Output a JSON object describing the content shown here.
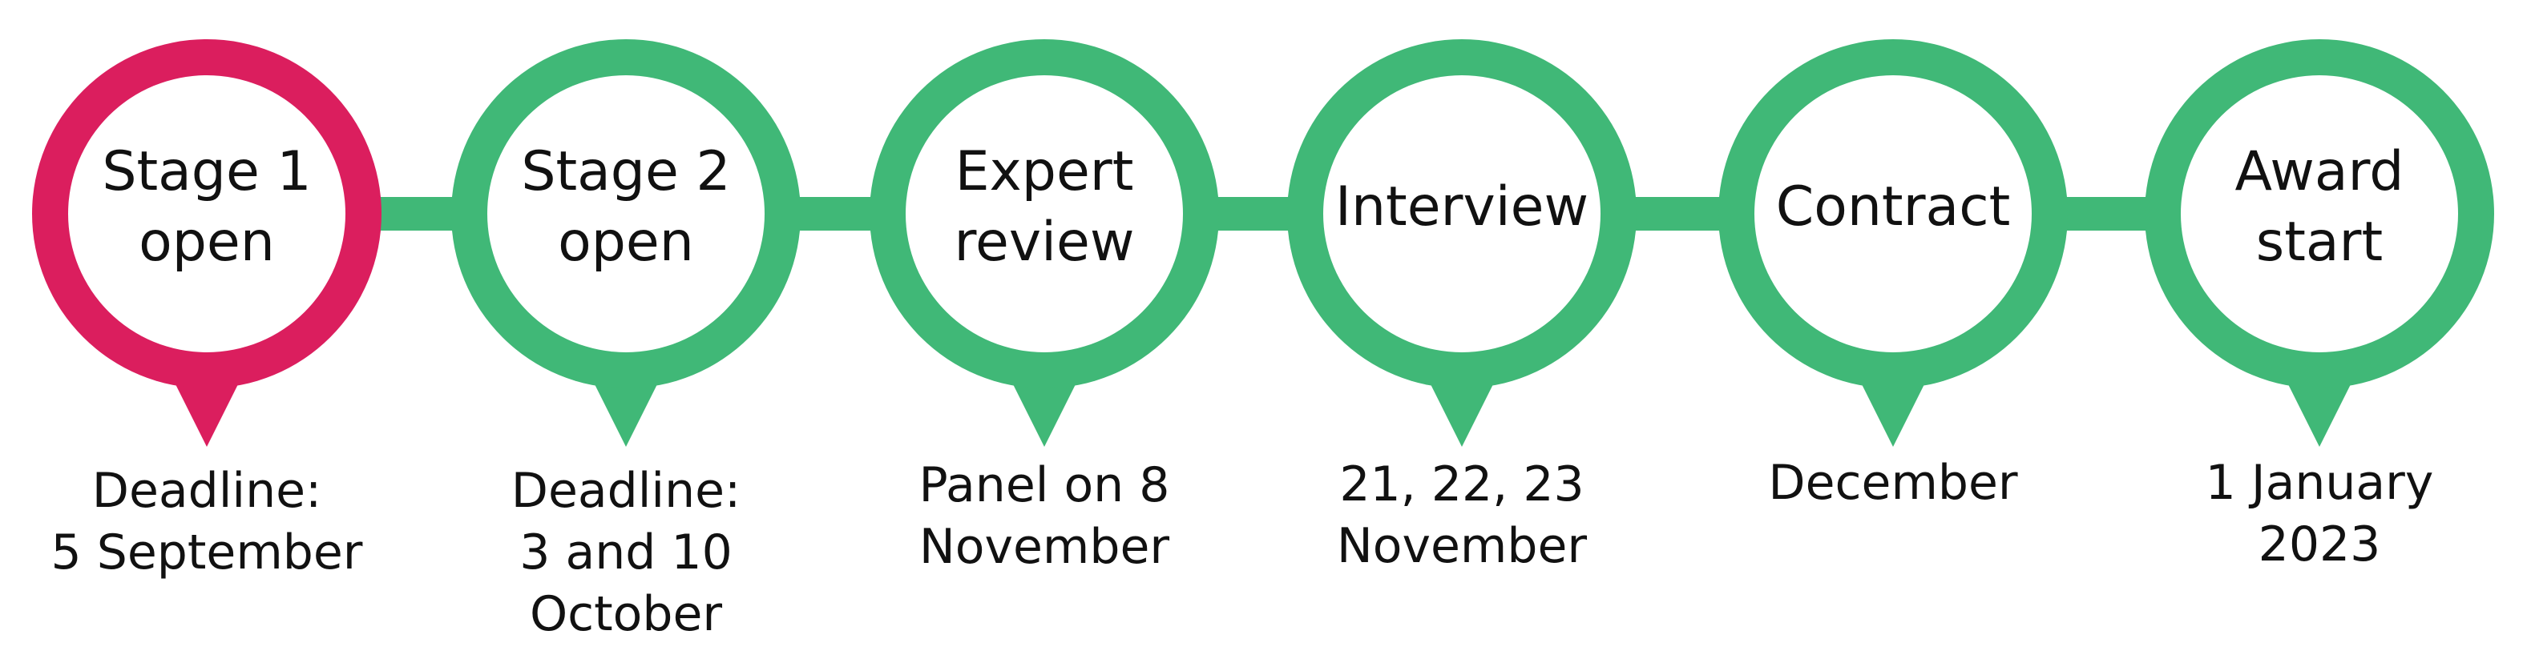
{
  "colors": {
    "active": "#DB1E5E",
    "default": "#40B877",
    "inner": "#FFFFFF",
    "text": "#111111"
  },
  "stages": [
    {
      "label_lines": [
        "Stage 1",
        "open"
      ],
      "date_lines": [
        "Deadline:",
        "5 September"
      ],
      "status": "active"
    },
    {
      "label_lines": [
        "Stage 2",
        "open"
      ],
      "date_lines": [
        "Deadline:",
        "3 and 10",
        "October"
      ],
      "status": "default"
    },
    {
      "label_lines": [
        "Expert",
        "review"
      ],
      "date_lines": [
        "Panel on 8",
        "November"
      ],
      "status": "default"
    },
    {
      "label_lines": [
        "Interview"
      ],
      "date_lines": [
        "21, 22, 23",
        "November"
      ],
      "status": "default"
    },
    {
      "label_lines": [
        "Contract"
      ],
      "date_lines": [
        "December"
      ],
      "status": "default"
    },
    {
      "label_lines": [
        "Award",
        "start"
      ],
      "date_lines": [
        "1 January",
        "2023"
      ],
      "status": "default"
    }
  ]
}
